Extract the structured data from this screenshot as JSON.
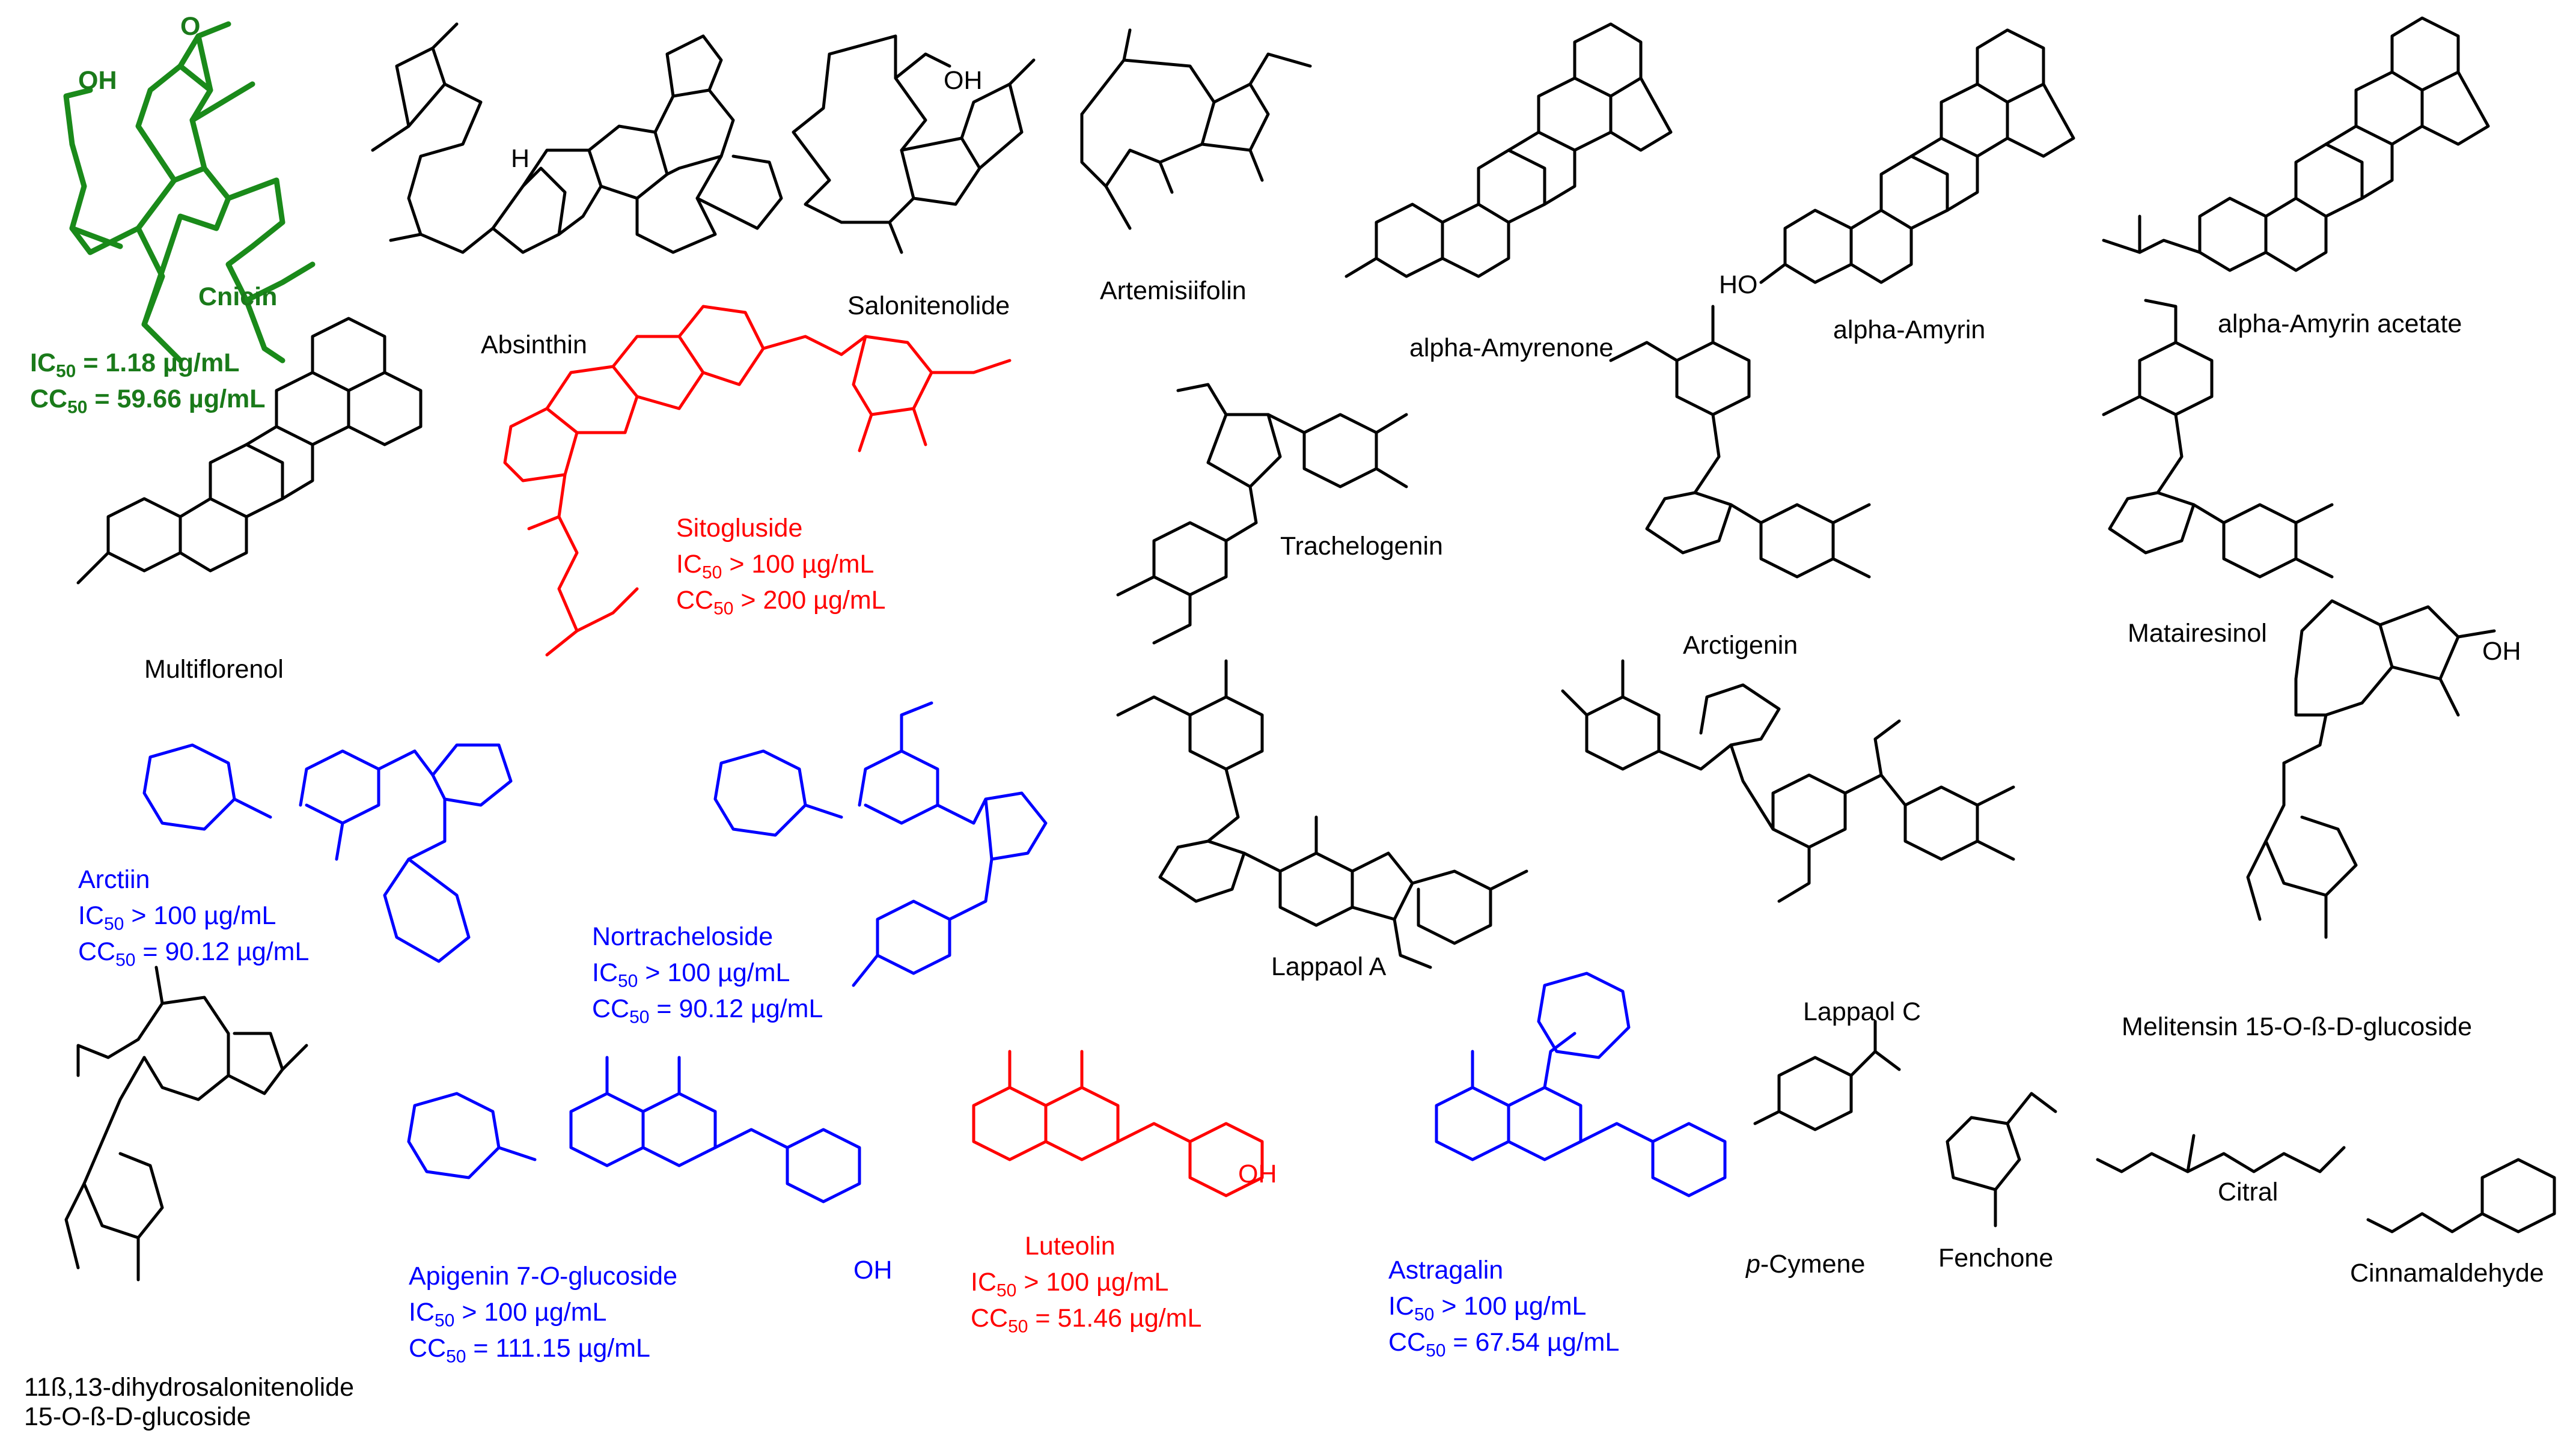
{
  "compounds": [
    {
      "id": "cnicin",
      "name": "Cnicin",
      "color": "#1a7a1a",
      "ic50": "IC50 = 1.18 µg/mL",
      "cc50": "CC50 = 59.66 µg/mL"
    },
    {
      "id": "absinthin",
      "name": "Absinthin",
      "color": "#000000"
    },
    {
      "id": "salonitenolide",
      "name": "Salonitenolide",
      "color": "#000000"
    },
    {
      "id": "artemisiifolin",
      "name": "Artemisiifolin",
      "color": "#000000"
    },
    {
      "id": "alpha-amyrenone",
      "name": "alpha-Amyrenone",
      "color": "#000000"
    },
    {
      "id": "alpha-amyrin",
      "name": "alpha-Amyrin",
      "color": "#000000"
    },
    {
      "id": "alpha-amyrin-acetate",
      "name": "alpha-Amyrin acetate",
      "color": "#000000"
    },
    {
      "id": "multiflorenol",
      "name": "Multiflorenol",
      "color": "#000000"
    },
    {
      "id": "sitogluside",
      "name": "Sitogluside",
      "color": "#ff0000",
      "ic50": "IC50 > 100 µg/mL",
      "cc50": "CC50 > 200 µg/mL"
    },
    {
      "id": "trachelogenin",
      "name": "Trachelogenin",
      "color": "#000000"
    },
    {
      "id": "arctigenin",
      "name": "Arctigenin",
      "color": "#000000"
    },
    {
      "id": "matairesinol",
      "name": "Matairesinol",
      "color": "#000000"
    },
    {
      "id": "arctiin",
      "name": "Arctiin",
      "color": "#0000ff",
      "ic50": "IC50 > 100 µg/mL",
      "cc50": "CC50 = 90.12 µg/mL"
    },
    {
      "id": "nortracheloside",
      "name": "Nortracheloside",
      "color": "#0000ff",
      "ic50": "IC50 > 100 µg/mL",
      "cc50": "CC50 = 90.12 µg/mL"
    },
    {
      "id": "lappaol-a",
      "name": "Lappaol A",
      "color": "#000000"
    },
    {
      "id": "lappaol-c",
      "name": "Lappaol C",
      "color": "#000000"
    },
    {
      "id": "melitensin",
      "name": "Melitensin 15-O-ß-D-glucoside",
      "color": "#000000"
    },
    {
      "id": "dihydrosalonitenolide",
      "name_line1": "11ß,13-dihydrosalonitenolide",
      "name_line2": "15-O-ß-D-glucoside",
      "color": "#000000"
    },
    {
      "id": "apigenin-glucoside",
      "name_pre": "Apigenin 7-",
      "name_it": "O",
      "name_post": "-glucoside",
      "color": "#0000ff",
      "ic50": "IC50 > 100 µg/mL",
      "cc50": "CC50 = 111.15 µg/mL"
    },
    {
      "id": "luteolin",
      "name": "Luteolin",
      "color": "#ff0000",
      "ic50": "IC50 > 100 µg/mL",
      "cc50": "CC50 = 51.46 µg/mL"
    },
    {
      "id": "astragalin",
      "name": "Astragalin",
      "color": "#0000ff",
      "ic50": "IC50 > 100 µg/mL",
      "cc50": "CC50 = 67.54 µg/mL"
    },
    {
      "id": "p-cymene",
      "name_it": "p",
      "name_post": "-Cymene",
      "color": "#000000"
    },
    {
      "id": "fenchone",
      "name": "Fenchone",
      "color": "#000000"
    },
    {
      "id": "citral",
      "name": "Citral",
      "color": "#000000"
    },
    {
      "id": "cinnamaldehyde",
      "name": "Cinnamaldehyde",
      "color": "#000000"
    }
  ],
  "activity": {
    "cnicin": {
      "ic_label": "IC",
      "ic_sub": "50",
      "ic_rest": " = 1.18 µg/mL",
      "cc_label": "CC",
      "cc_sub": "50",
      "cc_rest": " = 59.66 µg/mL"
    },
    "sitogluside": {
      "ic_label": "IC",
      "ic_sub": "50",
      "ic_rest": " > 100 µg/mL",
      "cc_label": "CC",
      "cc_sub": "50",
      "cc_rest": " > 200 µg/mL"
    },
    "arctiin": {
      "ic_label": "IC",
      "ic_sub": "50",
      "ic_rest": " > 100 µg/mL",
      "cc_label": "CC",
      "cc_sub": "50",
      "cc_rest": " = 90.12 µg/mL"
    },
    "nortracheloside": {
      "ic_label": "IC",
      "ic_sub": "50",
      "ic_rest": " > 100 µg/mL",
      "cc_label": "CC",
      "cc_sub": "50",
      "cc_rest": " = 90.12 µg/mL"
    },
    "apigenin": {
      "ic_label": "IC",
      "ic_sub": "50",
      "ic_rest": " > 100 µg/mL",
      "cc_label": "CC",
      "cc_sub": "50",
      "cc_rest": " = 111.15 µg/mL"
    },
    "luteolin": {
      "ic_label": "IC",
      "ic_sub": "50",
      "ic_rest": " > 100 µg/mL",
      "cc_label": "CC",
      "cc_sub": "50",
      "cc_rest": " = 51.46 µg/mL"
    },
    "astragalin": {
      "ic_label": "IC",
      "ic_sub": "50",
      "ic_rest": " > 100 µg/mL",
      "cc_label": "CC",
      "cc_sub": "50",
      "cc_rest": " = 67.54 µg/mL"
    }
  },
  "atoms": {
    "OH": "OH",
    "HO": "HO",
    "O": "O",
    "H": "H"
  }
}
